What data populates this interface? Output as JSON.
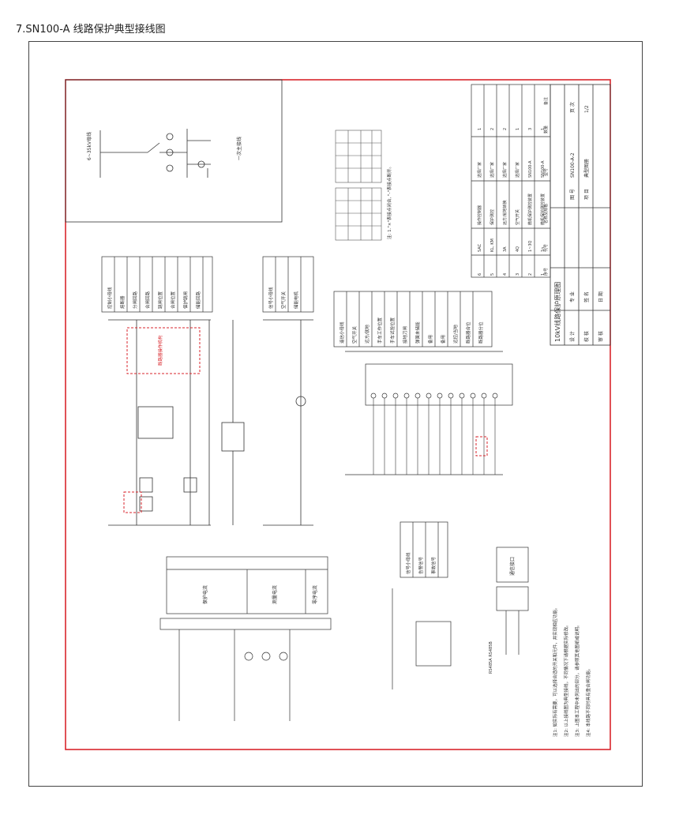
{
  "page": {
    "heading": "7.SN100-A 线路保护典型接线图"
  },
  "drawing": {
    "title_block_title": "10kV线路保护原理图",
    "drawing_number": "SN100-A-2",
    "page_label": "页 次",
    "page_number": "1/2",
    "drawing_no_label": "图 号",
    "project_label": "项 目",
    "project_value": "典型图册",
    "design_label": "设 计",
    "check_label": "审 核",
    "review_label": "校 核",
    "professional_label": "专 业",
    "signature_label": "签 名",
    "date_label": "日 期",
    "primary_bus_label": "6~35kV母线",
    "primary_note": "一次主接线",
    "table_note": "注: 1.\"×\"表接点闭合, \"-\"表接点断开。",
    "equipment_rows": [
      {
        "no": "6",
        "code": "SAC",
        "name": "操作控制器",
        "model": "选择厂家",
        "qty": "1"
      },
      {
        "no": "5",
        "code": "KL, KM",
        "name": "保护测控",
        "model": "选择厂家",
        "qty": "2"
      },
      {
        "no": "4",
        "code": "3A",
        "name": "远方/就地转换",
        "model": "选择厂家",
        "qty": "2"
      },
      {
        "no": "3",
        "code": "4Q",
        "name": "空气开关",
        "model": "选择厂家",
        "qty": "1"
      },
      {
        "no": "2",
        "code": "1~3Q",
        "name": "微机保护测控装置",
        "model": "SN100-A",
        "qty": "3"
      },
      {
        "no": "1",
        "code": "1n",
        "name": "微机保护测控装置",
        "model": "SN100-A",
        "qty": "1"
      }
    ],
    "equipment_header": {
      "no": "序号",
      "code": "代号",
      "name": "名称及规格",
      "model": "型号",
      "qty": "数量",
      "remark": "备注"
    },
    "notes": [
      "注1: 如实际有需要，可以选择合适的开关和元件，并实现相应功能。",
      "注2: 以上接线图为典型接线，不同情况下请根据实际修改。",
      "注3: 上图本工程中未列出的部分，请参照其他图纸或说明。",
      "注4: 本线路不同时具有重合闸功能。"
    ],
    "control_loop_labels": [
      "控制小母线",
      "熔断器",
      "分闸回路",
      "合闸回路",
      "跳闸位置",
      "合闸位置",
      "保护跳闸",
      "储能回路"
    ],
    "signal_loop_labels": [
      "信号小母线",
      "空气开关",
      "储能电机"
    ],
    "remote_labels": [
      "遥信小母线",
      "空气开关",
      "远方/就地",
      "手车工作位置",
      "手车试验位置",
      "接地刀闸",
      "弹簧未储能",
      "备用",
      "备用",
      "远控/当地",
      "断路器合位",
      "断路器分位"
    ],
    "ct_labels": [
      "保护电流",
      "测量电流",
      "零序电流"
    ],
    "alarm_labels": [
      "信号小母线",
      "告警信号",
      "事故信号"
    ],
    "comm_label": "通信接口",
    "comm_sub": "RS485A RS485B",
    "red_box_label": "断路器操作机构"
  }
}
